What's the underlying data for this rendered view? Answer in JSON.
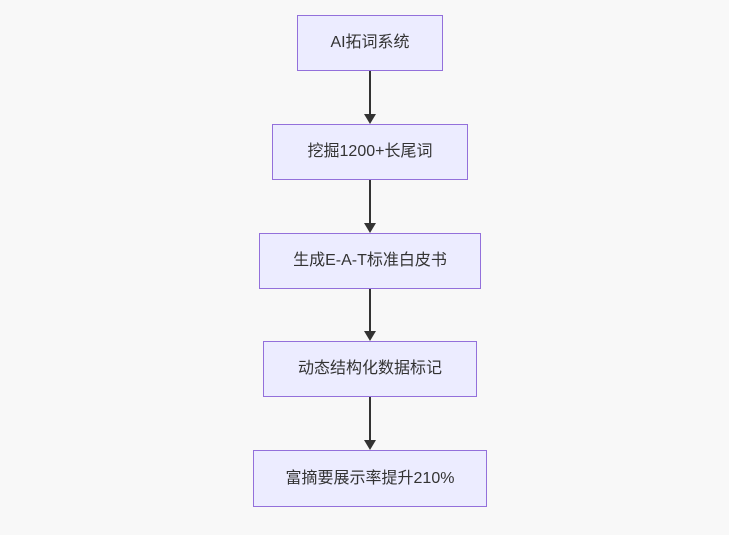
{
  "diagram": {
    "type": "flowchart",
    "direction": "top-down",
    "colors": {
      "background": "#f8f8f8",
      "node_fill": "#ececff",
      "node_border": "#9370db",
      "node_text": "#333333",
      "arrow": "#333333"
    },
    "nodes": [
      {
        "id": "ai-word-expansion-system",
        "label": "AI拓词系统"
      },
      {
        "id": "mine-longtail-keywords",
        "label": "挖掘1200+长尾词"
      },
      {
        "id": "generate-eat-whitepaper",
        "label": "生成E-A-T标准白皮书"
      },
      {
        "id": "dynamic-structured-data",
        "label": "动态结构化数据标记"
      },
      {
        "id": "rich-snippet-rate-increase",
        "label": "富摘要展示率提升210%"
      }
    ],
    "edges": [
      {
        "from": "ai-word-expansion-system",
        "to": "mine-longtail-keywords"
      },
      {
        "from": "mine-longtail-keywords",
        "to": "generate-eat-whitepaper"
      },
      {
        "from": "generate-eat-whitepaper",
        "to": "dynamic-structured-data"
      },
      {
        "from": "dynamic-structured-data",
        "to": "rich-snippet-rate-increase"
      }
    ]
  }
}
